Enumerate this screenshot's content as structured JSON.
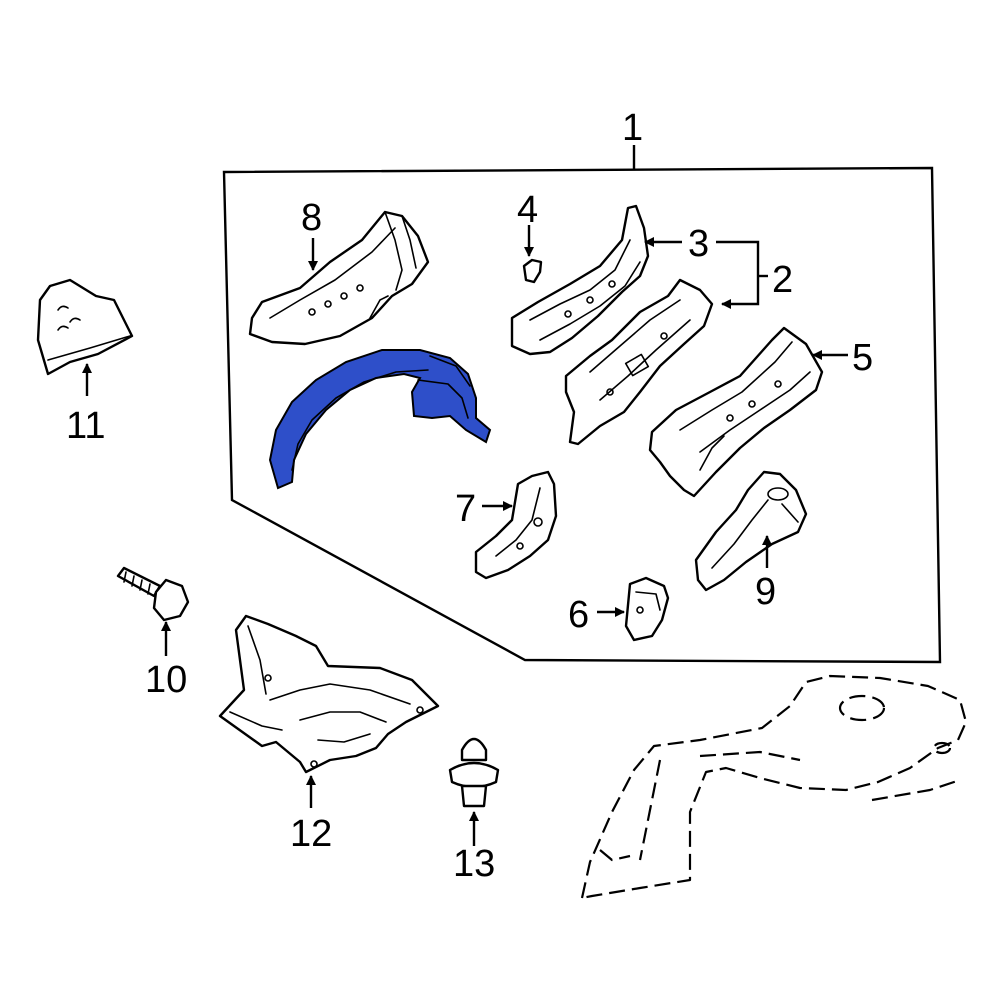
{
  "callouts": {
    "c1": "1",
    "c2": "2",
    "c3": "3",
    "c4": "4",
    "c5": "5",
    "c6": "6",
    "c7": "7",
    "c8": "8",
    "c9": "9",
    "c10": "10",
    "c11": "11",
    "c12": "12",
    "c13": "13"
  },
  "colors": {
    "highlight": "#2e4fc9",
    "line": "#000000",
    "background": "#ffffff"
  }
}
